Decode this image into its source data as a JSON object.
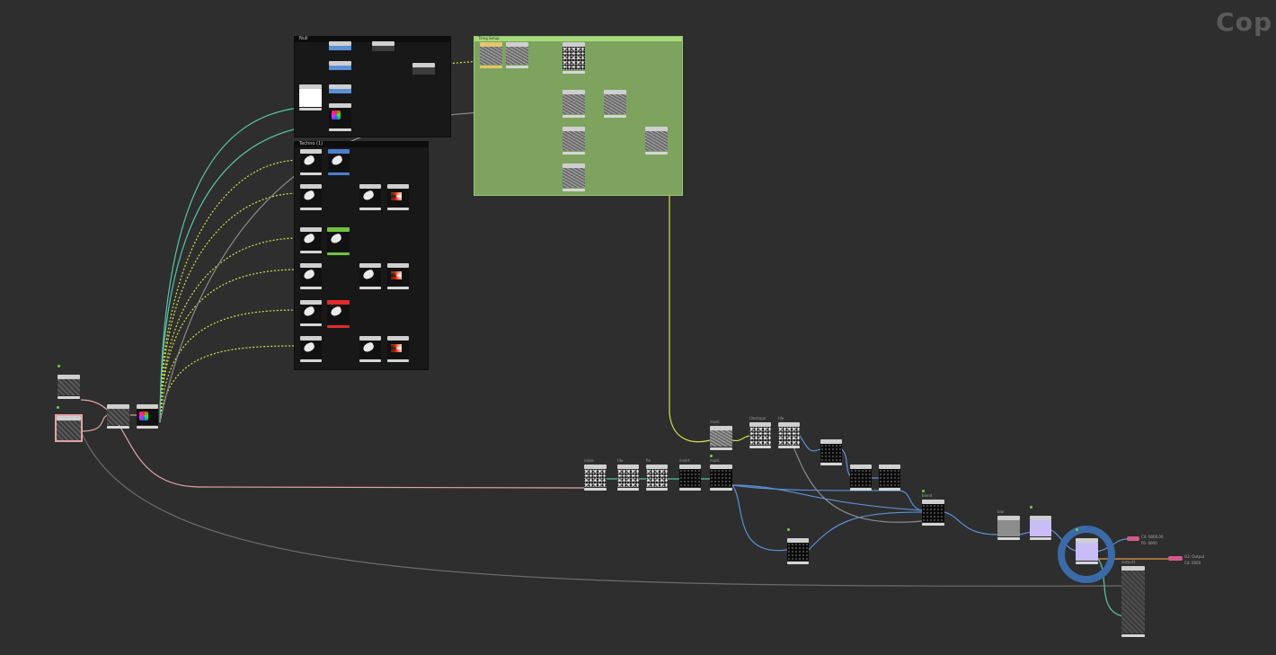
{
  "context_label": "Cop",
  "net_boxes": [
    {
      "id": "box-1",
      "title": "Null"
    },
    {
      "id": "box-2",
      "title": "Techno (1)"
    }
  ],
  "green_box": {
    "title": "Tiling Setup"
  },
  "nodes": [
    {
      "id": "n-a",
      "label": "mask"
    },
    {
      "id": "n-b",
      "label": "tileshape"
    },
    {
      "id": "n-c",
      "label": "tile"
    },
    {
      "id": "n-d",
      "label": "noise"
    },
    {
      "id": "n-e",
      "label": "tile"
    },
    {
      "id": "n-f",
      "label": "fix"
    },
    {
      "id": "n-g",
      "label": "invert"
    },
    {
      "id": "n-h",
      "label": "mask"
    },
    {
      "id": "n-i",
      "label": "blend"
    },
    {
      "id": "n-j",
      "label": "blur"
    },
    {
      "id": "n-k",
      "label": "output1"
    }
  ],
  "outputs": [
    {
      "line1": "C4: 0000.00",
      "line2": "F6: 0000"
    },
    {
      "line1": "O3: Output",
      "line2": "C4: 0000"
    }
  ],
  "colors": {
    "background": "#2e2e2e",
    "net_box": "#181818",
    "green_box": "#7ea35f",
    "selection_ring": "#3b6aa8",
    "wire_yellow": "#d6e04a",
    "wire_blue": "#5b8fd6",
    "wire_teal": "#59c4a8",
    "wire_pink": "#e3a3a3",
    "tag_pink": "#d45a8c"
  }
}
